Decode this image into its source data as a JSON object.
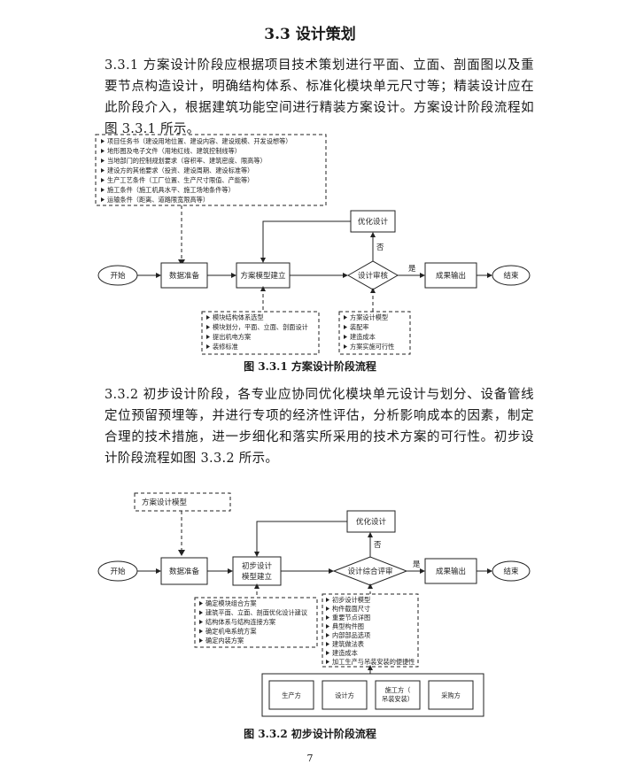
{
  "section_title": "3.3 设计策划",
  "para1": "3.3.1 方案设计阶段应根据项目技术策划进行平面、立面、剖面图以及重要节点构造设计，明确结构体系、标准化模块单元尺寸等；精装设计应在此阶段介入，根据建筑功能空间进行精装方案设计。方案设计阶段流程如图 3.3.1 所示。",
  "para2": "3.3.2 初步设计阶段，各专业应协同优化模块单元设计与划分、设备管线定位预留预埋等，并进行专项的经济性评估，分析影响成本的因素，制定合理的技术措施，进一步细化和落实所采用的技术方案的可行性。初步设计阶段流程如图 3.3.2 所示。",
  "fig1": {
    "caption": "图 3.3.1 方案设计阶段流程",
    "top_list": [
      "项目任务书（建设用地位置、建设内容、建设规模、开发设想等）",
      "地形图及电子文件（用地红线、建筑控制线等）",
      "当地部门的控制规划要求（容积率、建筑密度、限高等）",
      "建设方的其他要求（投资、建设周期、建设标准等）",
      "生产工艺条件（工厂位置、生产尺寸限值、产能等）",
      "施工条件（施工机具水平、施工场地条件等）",
      "运输条件（距离、道路限宽限高等）"
    ],
    "start": "开始",
    "data_prep": "数据准备",
    "model": "方案模型建立",
    "review": "设计审核",
    "optimize": "优化设计",
    "no": "否",
    "yes": "是",
    "output": "成果输出",
    "end": "结束",
    "bottom_left": [
      "模块结构体系选型",
      "模块划分，平面、立面、剖面设计",
      "提出机电方案",
      "装修标准"
    ],
    "bottom_right": [
      "方案设计模型",
      "装配率",
      "建造成本",
      "方案实施可行性"
    ]
  },
  "fig2": {
    "caption": "图 3.3.2 初步设计阶段流程",
    "input_model": "方案设计模型",
    "start": "开始",
    "data_prep": "数据准备",
    "model_line1": "初步设计",
    "model_line2": "模型建立",
    "review": "设计综合评审",
    "optimize": "优化设计",
    "no": "否",
    "yes": "是",
    "output": "成果输出",
    "end": "结束",
    "bottom_left": [
      "确定模块组合方案",
      "建筑平面、立面、剖面优化设计建议",
      "结构体系与结构连接方案",
      "确定机电系统方案",
      "确定内装方案"
    ],
    "bottom_right": [
      "初步设计模型",
      "构件截面尺寸",
      "重要节点详图",
      "典型构件图",
      "内部部品选项",
      "建筑做法表",
      "建造成本",
      "加工生产与吊装安装的便捷性"
    ],
    "parties": [
      "生产方",
      "设计方",
      "施工方（吊装安装）",
      "采购方"
    ]
  },
  "page_number": "7"
}
